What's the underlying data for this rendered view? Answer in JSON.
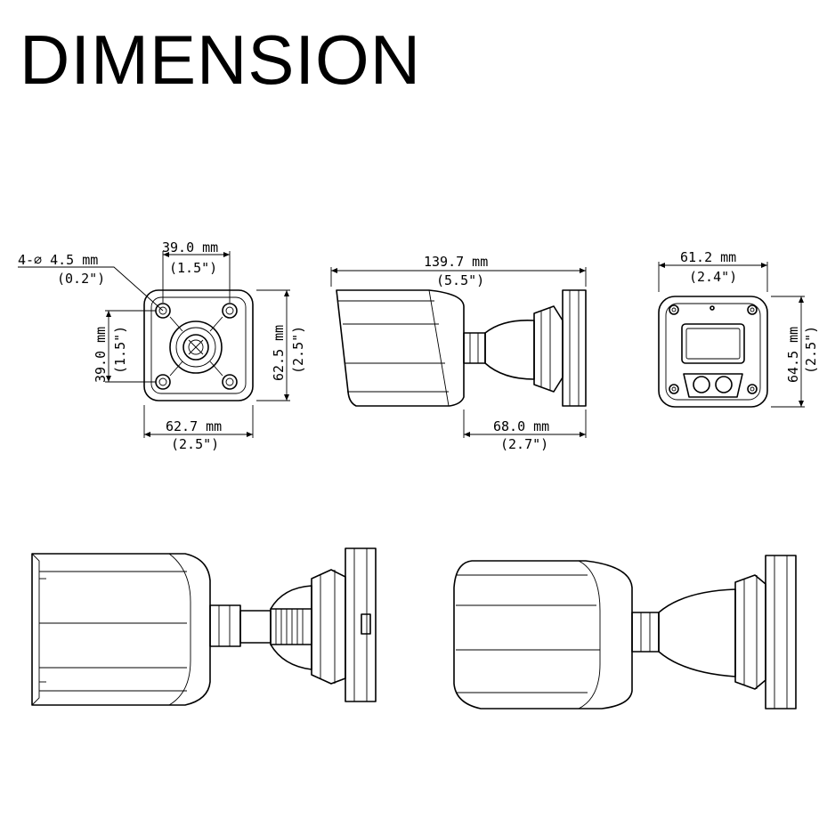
{
  "title": "DIMENSION",
  "front_view": {
    "hole_label": "4-∅ 4.5 mm",
    "hole_label_in": "(0.2\")",
    "hole_spacing_h": "39.0 mm",
    "hole_spacing_h_in": "(1.5\")",
    "hole_spacing_v": "39.0 mm",
    "hole_spacing_v_in": "(1.5\")",
    "base_width": "62.7 mm",
    "base_width_in": "(2.5\")",
    "base_height": "62.5 mm",
    "base_height_in": "(2.5\")"
  },
  "side_view": {
    "total_length": "139.7 mm",
    "total_length_in": "(5.5\")",
    "bracket_length": "68.0 mm",
    "bracket_length_in": "(2.7\")"
  },
  "lens_view": {
    "width": "61.2 mm",
    "width_in": "(2.4\")",
    "height": "64.5 mm",
    "height_in": "(2.5\")"
  }
}
